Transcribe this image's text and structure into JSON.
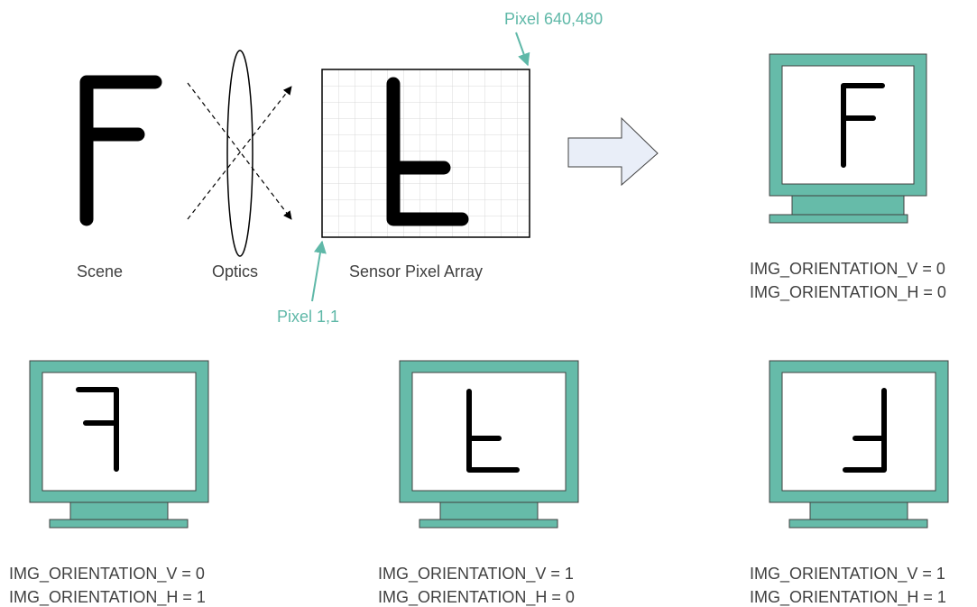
{
  "labels": {
    "scene": "Scene",
    "optics": "Optics",
    "sensor": "Sensor Pixel Array",
    "pixel_top_right": "Pixel 640,480",
    "pixel_bottom_left": "Pixel 1,1"
  },
  "monitors": [
    {
      "v_line": "IMG_ORIENTATION_V = 0",
      "h_line": "IMG_ORIENTATION_H = 0",
      "glyph_orientation": "upright"
    },
    {
      "v_line": "IMG_ORIENTATION_V = 0",
      "h_line": "IMG_ORIENTATION_H = 1",
      "glyph_orientation": "mirrored-horizontal"
    },
    {
      "v_line": "IMG_ORIENTATION_V = 1",
      "h_line": "IMG_ORIENTATION_H = 0",
      "glyph_orientation": "flipped-vertical"
    },
    {
      "v_line": "IMG_ORIENTATION_V = 1",
      "h_line": "IMG_ORIENTATION_H = 1",
      "glyph_orientation": "rotated-180"
    }
  ],
  "colors": {
    "monitor_teal": "#66bba9",
    "pixel_label": "#5fb8a8",
    "arrow_fill": "#e9eef8",
    "glyph": "#000000",
    "text": "#404040"
  }
}
